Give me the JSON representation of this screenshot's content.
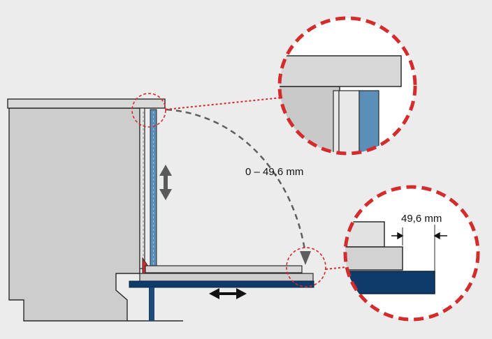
{
  "labels": {
    "range": "0 – 49,6 mm",
    "gap": "49,6 mm"
  },
  "colors": {
    "background": "#ececec",
    "cabinet": "#c9c9c9",
    "outline": "#2a2a2a",
    "door_panel": "#5b8fb9",
    "base_rail": "#0f3b6b",
    "highlight": "#d42b2b",
    "dashed_path": "#5e5e5e"
  },
  "icons": {
    "vertical_adjust": "double-headed-vertical-arrow",
    "horizontal_adjust": "double-headed-horizontal-arrow",
    "path_arrow": "dashed-curved-arrow"
  }
}
